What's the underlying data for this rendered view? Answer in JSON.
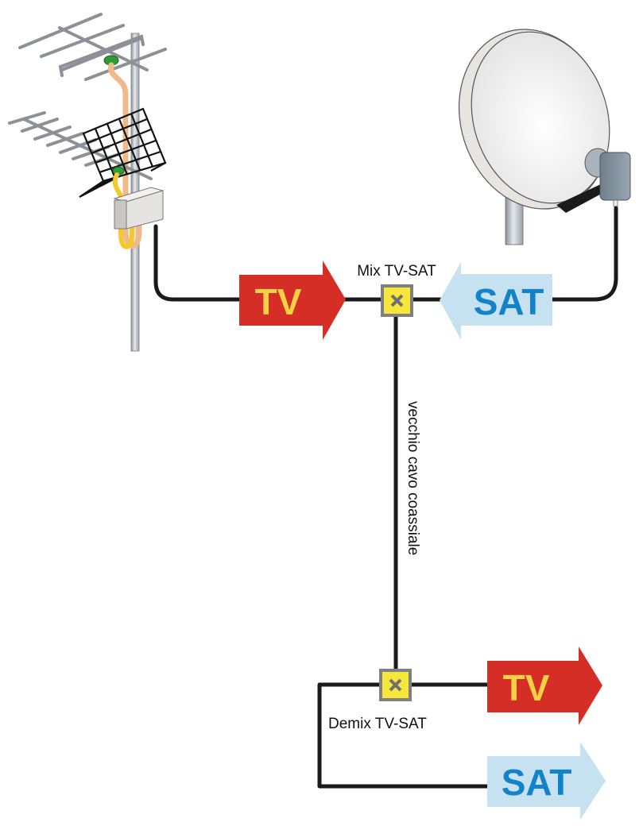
{
  "diagram": {
    "title": "",
    "colors": {
      "tv_arrow_fill": "#d42e26",
      "tv_text": "#f7d046",
      "sat_arrow_fill": "#c6e1f0",
      "sat_text": "#1283c8",
      "cable": "#1a1a1a",
      "mixer_fill": "#f7e63c",
      "mixer_border": "#808080",
      "mixer_cross": "#707070"
    },
    "nodes": {
      "terrestrial_antenna": {
        "label": "",
        "icon": "tv-antenna"
      },
      "satellite_dish": {
        "label": "",
        "icon": "satellite-dish"
      },
      "mixer": {
        "label": "Mix TV-SAT",
        "icon": "mixer-cross"
      },
      "demixer": {
        "label": "Demix TV-SAT",
        "icon": "mixer-cross"
      }
    },
    "arrows": {
      "tv_in": {
        "label": "TV",
        "direction": "right"
      },
      "sat_in": {
        "label": "SAT",
        "direction": "left"
      },
      "tv_out": {
        "label": "TV",
        "direction": "right"
      },
      "sat_out": {
        "label": "SAT",
        "direction": "right"
      }
    },
    "cable_label": "vecchio cavo coassiale"
  }
}
